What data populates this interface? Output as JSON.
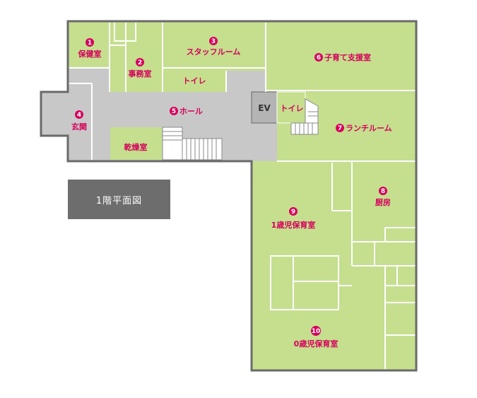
{
  "colors": {
    "room": "#c5df8e",
    "hall": "#c8c8c8",
    "wall": "#6a6a6a",
    "accent": "#d6005b"
  },
  "legend": {
    "label": "1階平面図"
  },
  "elevator": {
    "label": "EV"
  },
  "rooms": [
    {
      "id": "r1",
      "num": "1",
      "label": "保健室"
    },
    {
      "id": "r2",
      "num": "2",
      "label": "事務室"
    },
    {
      "id": "r3",
      "num": "3",
      "label": "スタッフルーム"
    },
    {
      "id": "r4",
      "num": "4",
      "label": "玄関"
    },
    {
      "id": "r5",
      "num": "5",
      "label": "ホール"
    },
    {
      "id": "r6",
      "num": "6",
      "label": "子育て支援室"
    },
    {
      "id": "r7",
      "num": "7",
      "label": "ランチルーム"
    },
    {
      "id": "r8",
      "num": "8",
      "label": "厨房"
    },
    {
      "id": "r9",
      "num": "9",
      "label": "1歳児保育室"
    },
    {
      "id": "r10",
      "num": "10",
      "label": "0歳児保育室"
    }
  ],
  "unnumbered": {
    "toilet1": "トイレ",
    "toilet2": "トイレ",
    "drying": "乾燥室"
  }
}
